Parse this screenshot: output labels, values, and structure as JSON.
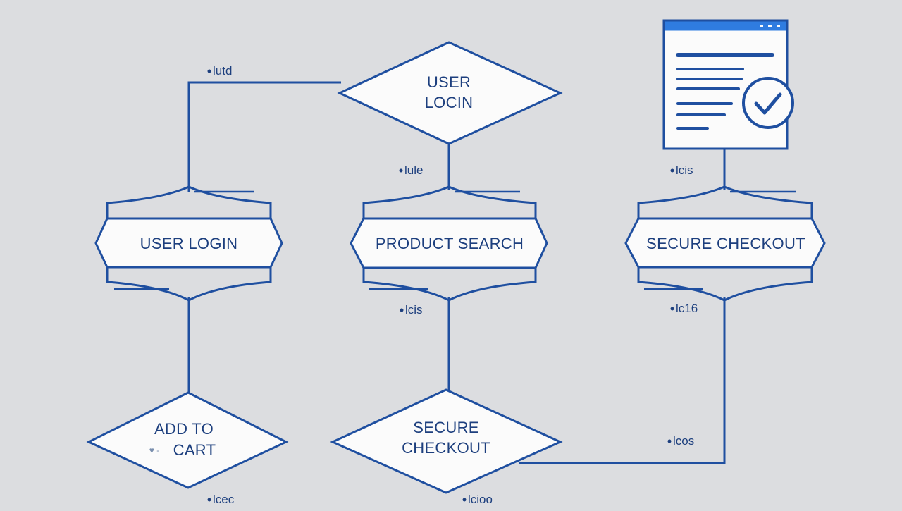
{
  "colors": {
    "background": "#dcdde0",
    "stroke": "#1f4fa0",
    "node_fill": "#fbfbfb",
    "text": "#1d3f7e",
    "window_titlebar": "#2f7ce0"
  },
  "nodes": {
    "top_decision": {
      "line1": "USER",
      "line2": "LOCIN"
    },
    "process_left": {
      "label": "USER LOGIN"
    },
    "process_center": {
      "label": "PRODUCT SEARCH"
    },
    "process_right": {
      "label": "SECURE CHECKOUT"
    },
    "decision_bottom_left": {
      "line1": "ADD TO",
      "line2": "CART",
      "glyph": "♥ -"
    },
    "decision_bottom_center": {
      "line1": "SECURE",
      "line2": "CHECKOUT"
    }
  },
  "tags": {
    "top_left": "lutd",
    "center_upper": "lule",
    "right_upper": "lcis",
    "center_lower": "lcis",
    "right_lower": "lc16",
    "right_bottom": "lcos",
    "bottom_left": "lcec",
    "bottom_center": "lcioo"
  },
  "window_icon": {
    "icon": "document-check-icon"
  }
}
